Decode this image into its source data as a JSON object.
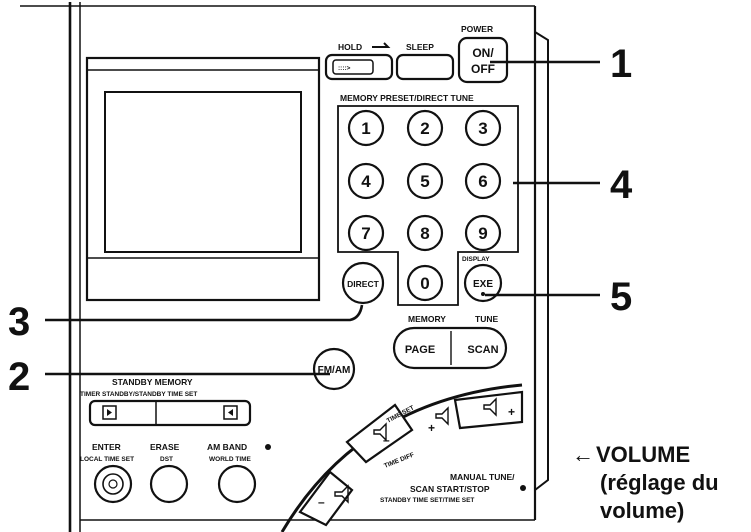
{
  "top_buttons": {
    "hold": "HOLD",
    "sleep": "SLEEP",
    "power": "POWER",
    "on": "ON/",
    "off": "OFF"
  },
  "keypad": {
    "header": "MEMORY PRESET/DIRECT TUNE",
    "keys": [
      "1",
      "2",
      "3",
      "4",
      "5",
      "6",
      "7",
      "8",
      "9",
      "0"
    ],
    "display_label": "DISPLAY",
    "exe": "EXE",
    "direct": "DIRECT"
  },
  "memory_tune": {
    "memory": "MEMORY",
    "tune": "TUNE",
    "page": "PAGE",
    "scan": "SCAN"
  },
  "fm_am": "FM/AM",
  "standby": {
    "title": "STANDBY MEMORY",
    "subtitle": "TIMER STANDBY/STANDBY TIME SET"
  },
  "bottom_buttons": {
    "enter": "ENTER",
    "enter_sub": "LOCAL TIME SET",
    "erase": "ERASE",
    "erase_sub": "DST",
    "amband": "AM BAND",
    "amband_sub": "WORLD TIME"
  },
  "tuning_arc": {
    "time_set": "TIME SET",
    "time_diff": "TIME DIFF",
    "minus": "–",
    "plus": "+",
    "manual": "MANUAL TUNE/",
    "scan_start": "SCAN START/STOP",
    "standby_time": "STANDBY TIME SET/TIME SET"
  },
  "callouts": [
    "1",
    "2",
    "3",
    "4",
    "5"
  ],
  "volume": {
    "arrow": "←",
    "line1": "VOLUME",
    "line2": "(réglage du",
    "line3": "volume)"
  }
}
